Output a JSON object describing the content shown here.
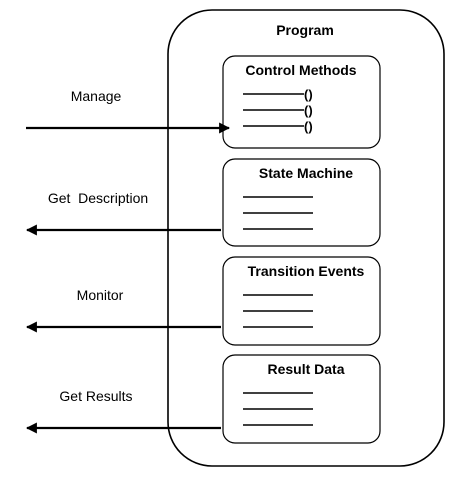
{
  "program": {
    "title": "Program"
  },
  "boxes": {
    "control_methods": {
      "title": "Control Methods",
      "method_suffix": "()"
    },
    "state_machine": {
      "title": "State Machine"
    },
    "transition_events": {
      "title": "Transition Events"
    },
    "result_data": {
      "title": "Result Data"
    }
  },
  "arrows": {
    "manage": {
      "label": "Manage",
      "direction": "in"
    },
    "get_description": {
      "label": "Get  Description",
      "direction": "out"
    },
    "monitor": {
      "label": "Monitor",
      "direction": "out"
    },
    "get_results": {
      "label": "Get Results",
      "direction": "out"
    }
  }
}
